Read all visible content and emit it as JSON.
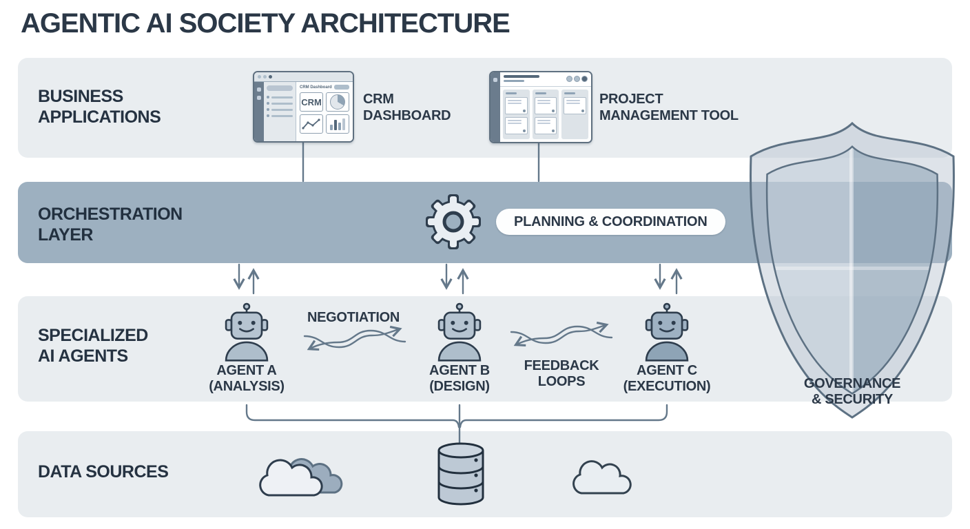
{
  "title": "AGENTIC AI SOCIETY ARCHITECTURE",
  "colors": {
    "band_light": "#e9edf0",
    "band_mid": "#9db0c0",
    "ink": "#2b3847",
    "line": "#64788a",
    "outline": "#2e3d4d",
    "white_pill": "#fdfefe"
  },
  "business_applications": {
    "label": [
      "BUSINESS",
      "APPLICATIONS"
    ],
    "crm": {
      "caption": [
        "CRM",
        "DASHBOARD"
      ],
      "window_title": "CRM Dashboard",
      "tile_text": "CRM"
    },
    "project_tool": {
      "caption": [
        "PROJECT",
        "MANAGEMENT TOOL"
      ]
    }
  },
  "orchestration": {
    "label": [
      "ORCHESTRATION",
      "LAYER"
    ],
    "pill": "PLANNING & COORDINATION"
  },
  "agents": {
    "label": [
      "SPECIALIZED",
      "AI AGENTS"
    ],
    "items": [
      {
        "name": "AGENT A",
        "role": "(ANALYSIS)"
      },
      {
        "name": "AGENT B",
        "role": "(DESIGN)"
      },
      {
        "name": "AGENT C",
        "role": "(EXECUTION)"
      }
    ],
    "negotiation_label": "NEGOTIATION",
    "feedback_label": [
      "FEEDBACK",
      "LOOPS"
    ]
  },
  "data_sources": {
    "label": "DATA SOURCES"
  },
  "governance": {
    "label": [
      "GOVERNANCE",
      "& SECURITY"
    ]
  },
  "icons": {
    "gear": "gear-icon",
    "shield": "shield-icon",
    "robot": "robot-agent-icon",
    "cloud_double": "double-cloud-icon",
    "cloud_single": "cloud-icon",
    "database": "database-cylinder-icon",
    "crm_window": "crm-dashboard-window-icon",
    "kanban_window": "kanban-board-window-icon"
  }
}
